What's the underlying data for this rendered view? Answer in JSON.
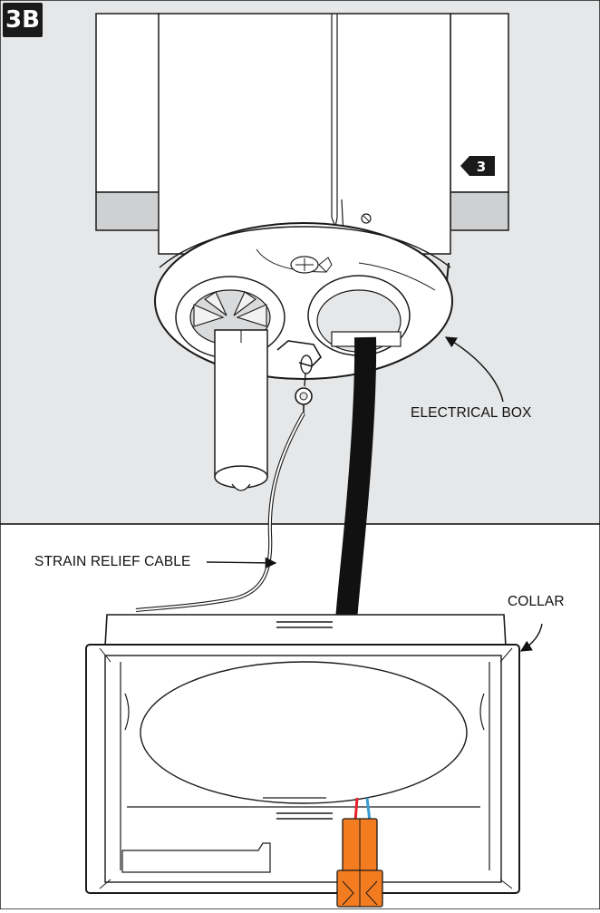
{
  "step_badge": "3B",
  "ref_tag": "3",
  "labels": {
    "electrical_box": "ELECTRICAL BOX",
    "strain_relief_cable": "STRAIN RELIEF CABLE",
    "collar": "COLLAR"
  },
  "colors": {
    "upper_background": "#e6e7e8",
    "lower_background": "#ffffff",
    "bracket_gray": "#cfd0d2",
    "outline": "#1a1a1a",
    "power_cord": "#111111",
    "connector_orange": "#f47c20",
    "wire_red": "#e8202a",
    "wire_blue": "#3a9bd5"
  }
}
